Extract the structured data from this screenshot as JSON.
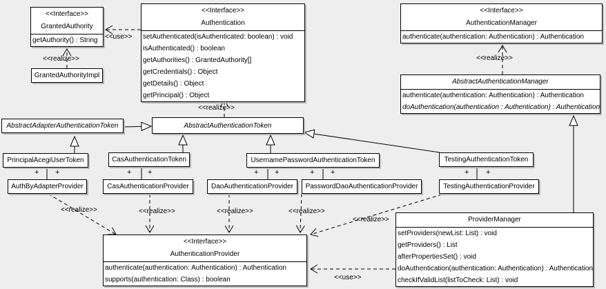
{
  "diagram": {
    "type": "uml-class-diagram",
    "background_color": "#eeeeee",
    "box_fill": "#ffffff",
    "line_color": "#000000",
    "shadow_color": "#b9b9b9"
  },
  "labels": {
    "use": "<<use>>",
    "realize": "<<realize>>",
    "plus": "+"
  },
  "boxes": {
    "granted_authority": {
      "stereotype": "<<Interface>>",
      "name": "GrantedAuthority",
      "methods": [
        "getAuthority() : String"
      ]
    },
    "granted_authority_impl": {
      "name": "GrantedAuthorityImpl"
    },
    "authentication": {
      "stereotype": "<<Interface>>",
      "name": "Authentication",
      "methods": [
        "setAuthenticated(isAuthenticated: boolean) : void",
        "isAuthenticated() : boolean",
        "getAuthorities() : GrantedAuthority[]",
        "getCredentials() : Object",
        "getDetails() : Object",
        "getPrincipal() : Object"
      ]
    },
    "authentication_manager": {
      "stereotype": "<<Interface>>",
      "name": "AuthenticationManager",
      "methods": [
        "authenticate(authentication: Authentication) : Authentication"
      ]
    },
    "abstract_authentication_manager": {
      "name": "AbstractAuthenticationManager",
      "methods": [
        "authenticate(authentication: Authentication) : Authentication",
        "doAuthentication(authentication : Authentication) : Authentication"
      ]
    },
    "abstract_adapter_authentication_token": {
      "name": "AbstractAdapterAuthenticationToken"
    },
    "abstract_authentication_token": {
      "name": "AbstractAuthenticationToken"
    },
    "principal_acegi_user_token": {
      "name": "PrincipalAcegiUserToken"
    },
    "cas_authentication_token": {
      "name": "CasAuthenticationToken"
    },
    "username_password_authentication_token": {
      "name": "UsernamePasswordAuthenticationToken"
    },
    "testing_authentication_token": {
      "name": "TestingAuthenticationToken"
    },
    "auth_by_adapter_provider": {
      "name": "AuthByAdapterProvider"
    },
    "cas_authentication_provider": {
      "name": "CasAuthenticationProvider"
    },
    "dao_authentication_provider": {
      "name": "DaoAuthenticationProvider"
    },
    "password_dao_authentication_provider": {
      "name": "PasswordDaoAuthenticationProvider"
    },
    "testing_authentication_provider": {
      "name": "TestingAuthenticationProvider"
    },
    "authentication_provider": {
      "stereotype": "<<Interface>>",
      "name": "AuthenticationProvider",
      "methods": [
        "authenticate(authentication: Authentication) : Authentication",
        "supports(authentication: Class) : boolean"
      ]
    },
    "provider_manager": {
      "name": "ProviderManager",
      "methods": [
        "setProviders(newList: List) : void",
        "getProviders() : List",
        "afterPropertiesSet() : void",
        "doAuthentication(authentication: Authentication) : Authentication",
        "checkIfValidList(listToCheck: List) : void"
      ]
    }
  }
}
